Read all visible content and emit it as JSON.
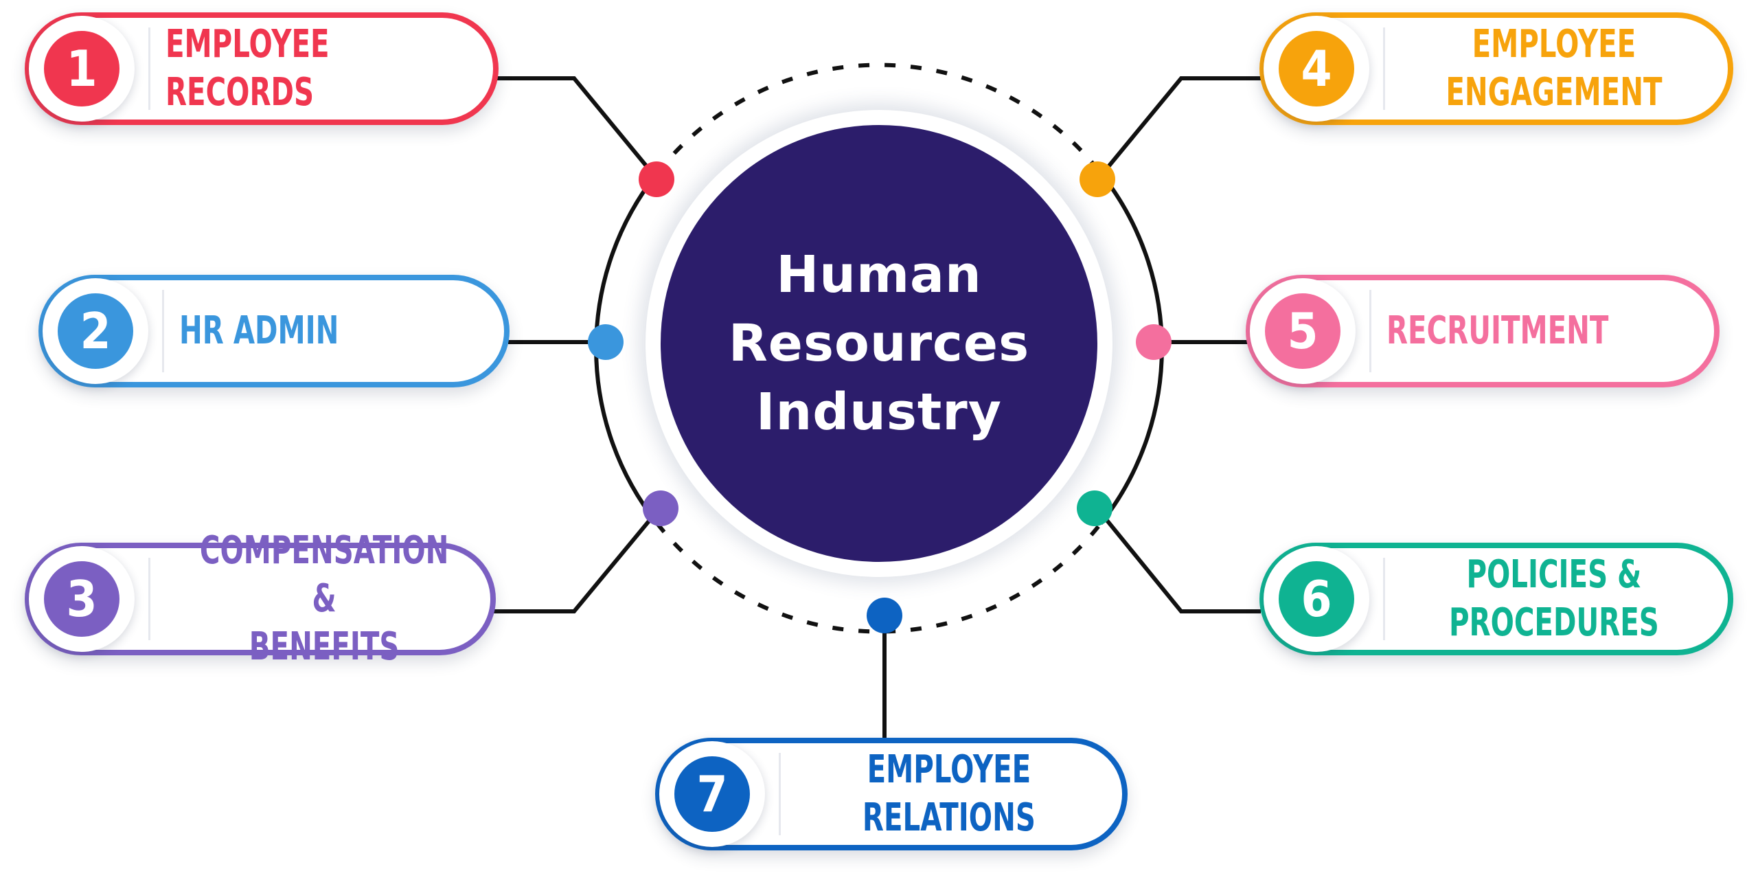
{
  "hub": {
    "title": "Human Resources Industry",
    "fill": "#2c1d6b"
  },
  "connector_color": "#111111",
  "items": [
    {
      "number": "1",
      "label": "EMPLOYEE RECORDS",
      "color": "#f0364f"
    },
    {
      "number": "2",
      "label": "HR ADMIN",
      "color": "#3a96dd"
    },
    {
      "number": "3",
      "label": "COMPENSATION &\nBENEFITS",
      "color": "#7b5fc2"
    },
    {
      "number": "4",
      "label": "EMPLOYEE\nENGAGEMENT",
      "color": "#f7a30c"
    },
    {
      "number": "5",
      "label": "RECRUITMENT",
      "color": "#f46f9e"
    },
    {
      "number": "6",
      "label": "POLICIES &\nPROCEDURES",
      "color": "#0fb392"
    },
    {
      "number": "7",
      "label": "EMPLOYEE\nRELATIONS",
      "color": "#0d63c2"
    }
  ]
}
